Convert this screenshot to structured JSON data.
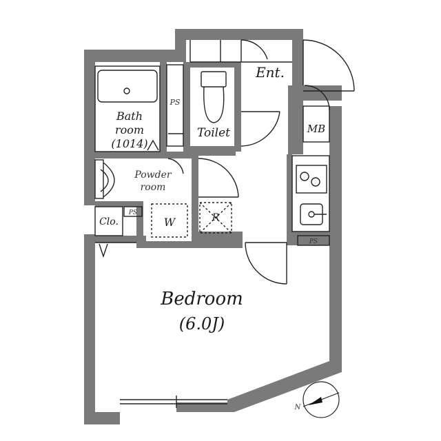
{
  "rooms": {
    "bath": {
      "line1": "Bath",
      "line2": "room",
      "line3": "(1014)"
    },
    "toilet": "Toilet",
    "entrance": "Ent.",
    "powder": {
      "line1": "Powder",
      "line2": "room"
    },
    "closet": "Clo.",
    "meter_box": "MB",
    "bedroom": {
      "name": "Bedroom",
      "size": "(6.0J)"
    }
  },
  "fixtures": {
    "pipe_space": "PS",
    "washer": "W",
    "fridge": "R"
  },
  "compass": {
    "north": "N"
  },
  "colors": {
    "wall": "#7a7a7a",
    "line": "#222222",
    "background": "#ffffff"
  }
}
